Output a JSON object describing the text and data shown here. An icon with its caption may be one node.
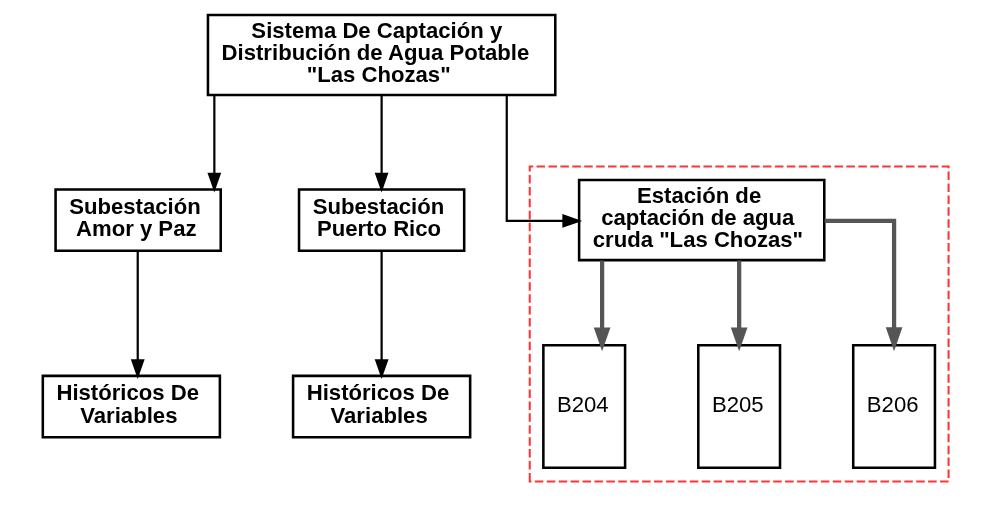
{
  "diagram": {
    "nodes": [
      {
        "text": [
          "Sistema De Captación y Distribución de Agua Potable \"Las Chozas\""
        ]
      },
      {
        "text": [
          "Subestación Amor y Paz"
        ]
      },
      {
        "text": [
          "Subestación Puerto Rico"
        ]
      },
      {
        "text": [],
        "shape": "box"
      },
      {
        "text": [
          "Estación de captación de agua cruda \"Las Chozas\""
        ],
        "in": 3
      },
      {
        "text": [
          "Históricos De Variables"
        ]
      },
      {
        "text": [
          "Históricos De Variables"
        ]
      },
      {
        "text": [
          "B204"
        ],
        "in": 3
      },
      {
        "text": [
          "B205"
        ],
        "in": 3
      },
      {
        "text": [
          "B206"
        ],
        "in": 3
      }
    ],
    "edges": [
      {
        "from": 0,
        "to": 1,
        "arrow": "to"
      },
      {
        "from": 0,
        "to": 2,
        "arrow": "to"
      },
      {
        "from": 0,
        "to": 4,
        "arrow": "to"
      },
      {
        "from": 1,
        "to": 5,
        "arrow": "to"
      },
      {
        "from": 2,
        "to": 6,
        "arrow": "to"
      },
      {
        "from": 4,
        "to": 7,
        "arrow": "to",
        "style": "thick",
        "color": "#555555"
      },
      {
        "from": 4,
        "to": 8,
        "arrow": "to",
        "style": "thick",
        "color": "#555555"
      },
      {
        "from": 4,
        "to": 9,
        "arrow": "to",
        "style": "thick",
        "color": "#555555"
      }
    ]
  }
}
